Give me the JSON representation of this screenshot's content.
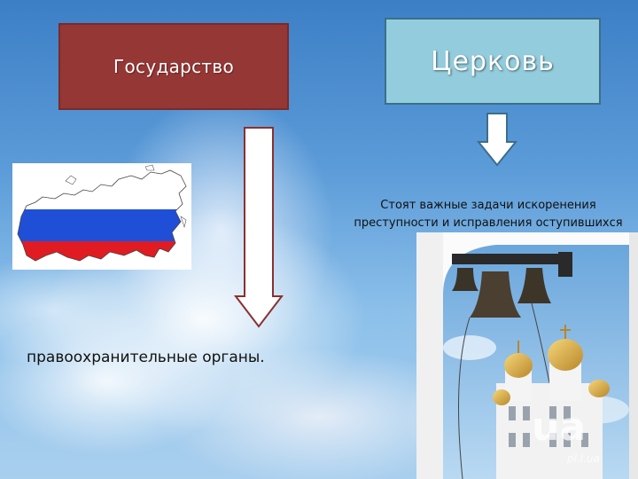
{
  "state_box": {
    "label": "Государство",
    "color": "#953735"
  },
  "church_box": {
    "label": "Церковь",
    "color": "#93cddd"
  },
  "church_task": {
    "line1": "Стоят важные задачи искоренения",
    "line2": "преступности и исправления оступившихся"
  },
  "state_organs": "правоохранительные органы.",
  "flag_image": {
    "icon": "russia-map-flag",
    "colors": [
      "#ffffff",
      "#1f4fd6",
      "#e11b22"
    ]
  },
  "bell_image": {
    "icon": "church-bells-cathedral"
  },
  "watermark": {
    "main": "ua",
    "sub": "pl.l.ua"
  }
}
